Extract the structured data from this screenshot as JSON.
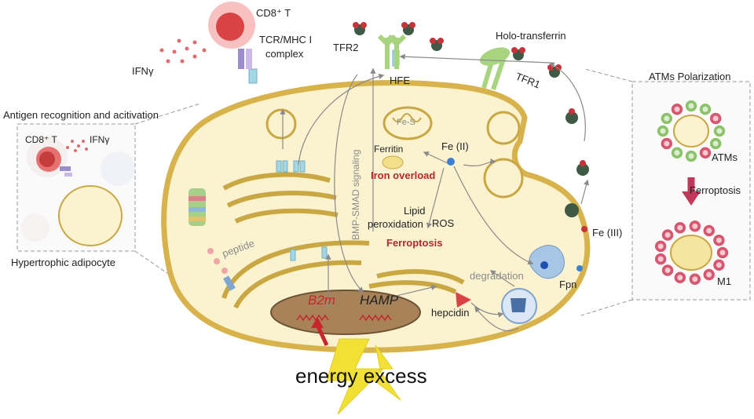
{
  "labels": {
    "cd8_top": "CD8⁺ T",
    "tcr_mhc": "TCR/MHC I",
    "complex": "complex",
    "ifn_top": "IFNγ",
    "antigen_recognition": "Antigen recognition and acitivation",
    "cd8_left": "CD8⁺ T",
    "ifn_left": "IFNγ",
    "hypertrophic_adipocyte": "Hypertrophic adipocyte",
    "tfr2": "TFR2",
    "hfe": "HFE",
    "holo_transferrin": "Holo-transferrin",
    "tfr1": "TFR1",
    "fes": "Fe-S",
    "ferritin": "Ferritin",
    "fe2": "Fe (II)",
    "iron_overload": "Iron overload",
    "lipid": "Lipid",
    "ros": "ROS",
    "peroxidation": "peroxidation",
    "ferroptosis_center": "Ferroptosis",
    "bmp_smad": "BMP-SMAD signaling",
    "peptide": "peptide",
    "b2m": "B2m",
    "hamp": "HAMP",
    "hepcidin": "hepcidin",
    "degradation": "degradation",
    "fpn": "Fpn",
    "fe3": "Fe (III)",
    "atms_polarization": "ATMs Polarization",
    "atms": "ATMs",
    "ferroptosis_right": "Ferroptosis",
    "m1": "M1",
    "energy_excess": "energy excess"
  },
  "colors": {
    "cell_fill": "#fbf3cf",
    "cell_border": "#d8b24a",
    "nucleus": "#a8835a",
    "tcell": "#e25a5a",
    "iron_dark": "#3f5a44",
    "iron_red": "#c8333a",
    "receptor_green": "#a9d47f",
    "lightning": "#f2e034",
    "atm_green": "#8cc36a",
    "atm_pink": "#d8566e"
  }
}
